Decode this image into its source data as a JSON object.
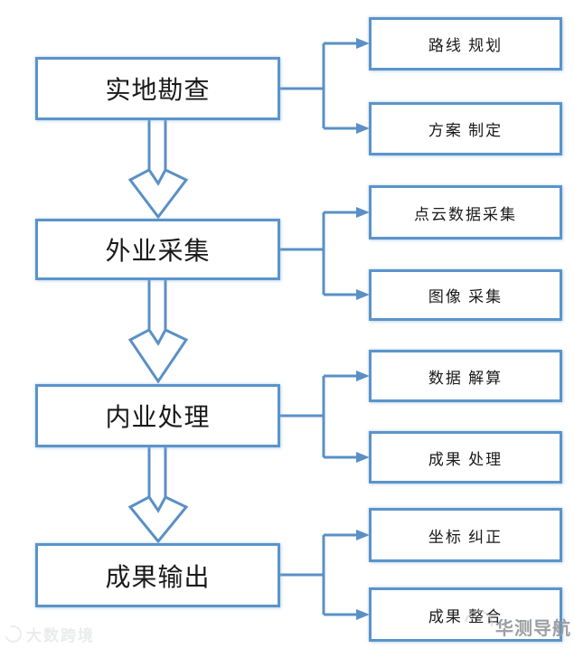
{
  "colors": {
    "line_color": "#5a90c6",
    "box_border": "#5b94ca",
    "box_fill": "#ffffff",
    "text_color": "#1a1a1a",
    "watermark_color": "#94989c"
  },
  "icons": {
    "stage_connector": "down-block-arrow-icon",
    "branch_arrowhead": "right-arrowhead-icon",
    "publisher_logo": "swirl-circle-logo-icon",
    "channel_logo": "circle-logo-icon"
  },
  "flow": {
    "stages": [
      {
        "label": "实地勘查",
        "substeps": [
          {
            "label": "路线 规划"
          },
          {
            "label": "方案 制定"
          }
        ]
      },
      {
        "label": "外业采集",
        "substeps": [
          {
            "label": "点云数据采集"
          },
          {
            "label": "图像 采集"
          }
        ]
      },
      {
        "label": "内业处理",
        "substeps": [
          {
            "label": "数据 解算"
          },
          {
            "label": "成果 处理"
          }
        ]
      },
      {
        "label": "成果输出",
        "substeps": [
          {
            "label": "坐标 纠正"
          },
          {
            "label": "成果 整合"
          }
        ]
      }
    ]
  },
  "watermarks": {
    "bottom_left": "大数跨境",
    "bottom_right": "华测导航"
  }
}
